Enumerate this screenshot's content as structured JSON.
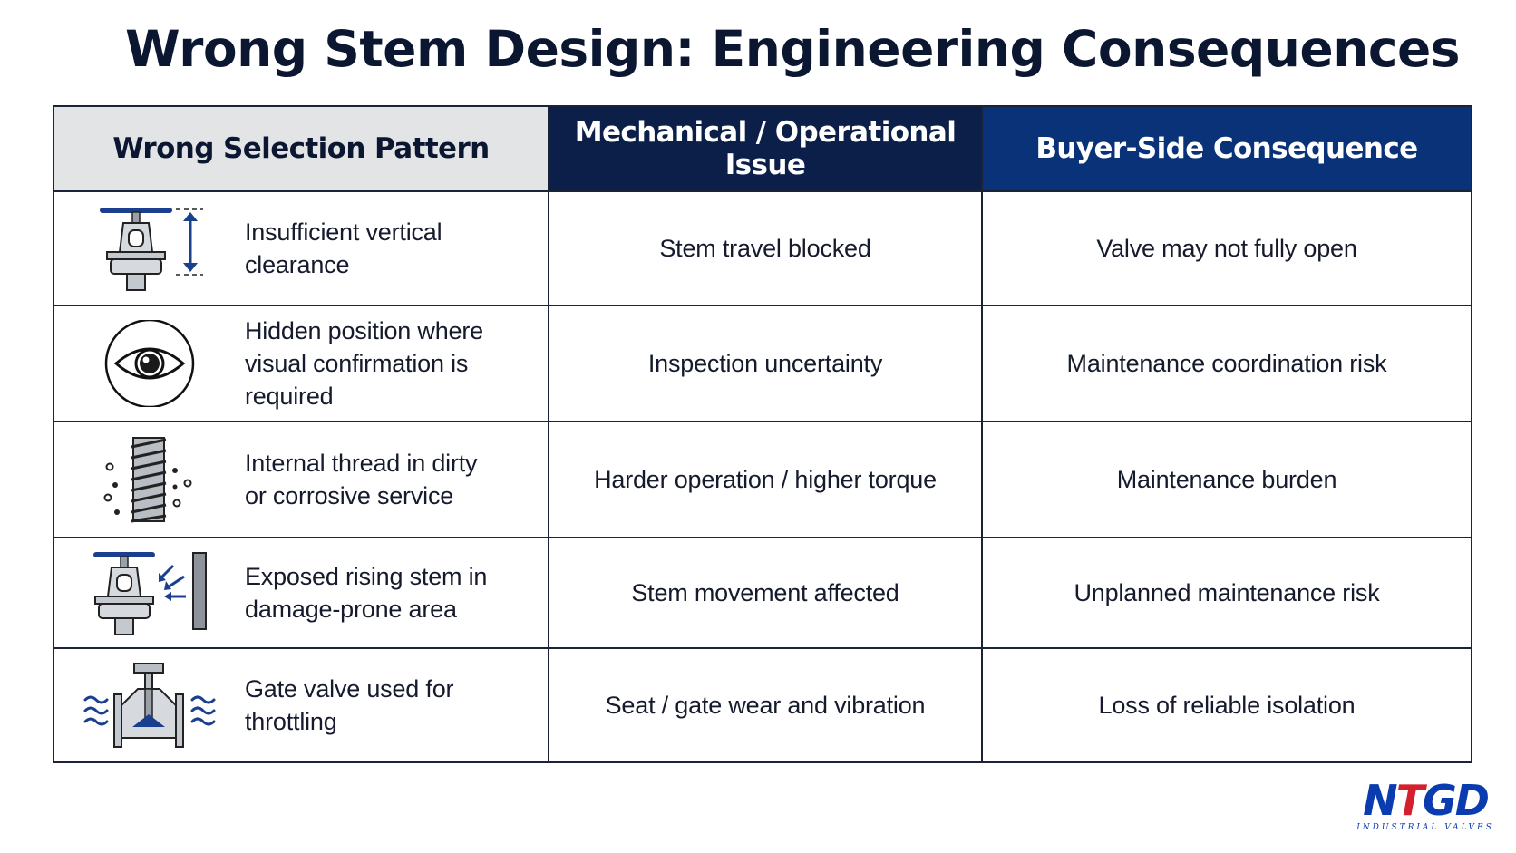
{
  "page": {
    "title": "Wrong Stem Design: Engineering Consequences"
  },
  "table": {
    "headers": [
      "Wrong Selection Pattern",
      "Mechanical / Operational Issue",
      "Buyer-Side Consequence"
    ],
    "rows": [
      {
        "icon": "valve-clearance-icon",
        "pattern": "Insufficient vertical clearance",
        "issue": "Stem travel blocked",
        "consequence": "Valve may not fully open"
      },
      {
        "icon": "eye-icon",
        "pattern": "Hidden position where\nvisual confirmation is required",
        "issue": "Inspection uncertainty",
        "consequence": "Maintenance coordination risk"
      },
      {
        "icon": "threaded-stem-icon",
        "pattern": "Internal thread in dirty\nor corrosive service",
        "issue": "Harder operation / higher torque",
        "consequence": "Maintenance burden"
      },
      {
        "icon": "exposed-stem-impact-icon",
        "pattern": "Exposed rising stem in\ndamage-prone area",
        "issue": "Stem movement affected",
        "consequence": "Unplanned maintenance risk"
      },
      {
        "icon": "gate-valve-flow-icon",
        "pattern": "Gate valve used for throttling",
        "issue": "Seat / gate wear and vibration",
        "consequence": "Loss of reliable isolation"
      }
    ]
  },
  "logo": {
    "mark_left": "N",
    "mark_mid": "T",
    "mark_right": "GD",
    "tagline": "INDUSTRIAL VALVES"
  },
  "colors": {
    "header_gray": "#e3e4e6",
    "header_navy": "#0b1f49",
    "header_blue": "#0a3278",
    "icon_blue": "#1a3f8f",
    "logo_blue": "#0a3caf",
    "logo_red": "#d2202f"
  }
}
